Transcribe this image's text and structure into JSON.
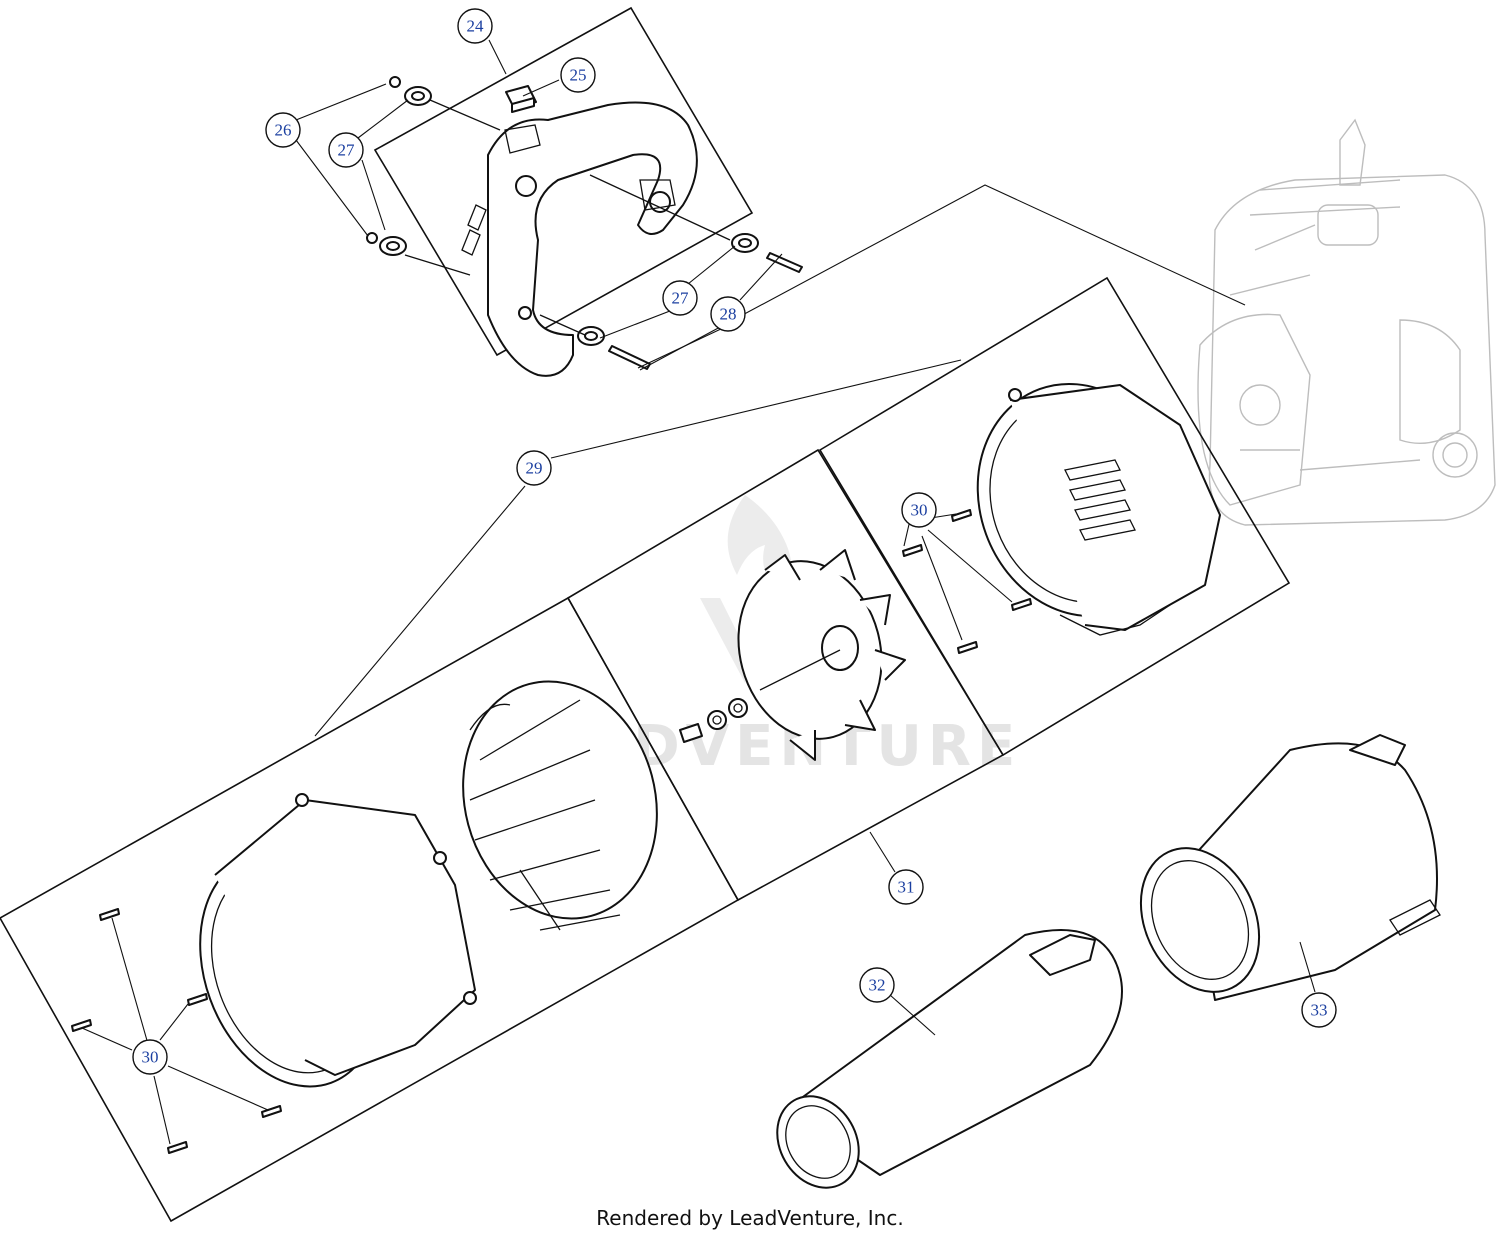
{
  "diagram": {
    "callouts": [
      {
        "id": "c24",
        "label": "24"
      },
      {
        "id": "c25",
        "label": "25"
      },
      {
        "id": "c26",
        "label": "26"
      },
      {
        "id": "c27a",
        "label": "27"
      },
      {
        "id": "c27b",
        "label": "27"
      },
      {
        "id": "c28",
        "label": "28"
      },
      {
        "id": "c29",
        "label": "29"
      },
      {
        "id": "c30a",
        "label": "30"
      },
      {
        "id": "c30b",
        "label": "30"
      },
      {
        "id": "c31",
        "label": "31"
      },
      {
        "id": "c32",
        "label": "32"
      },
      {
        "id": "c33",
        "label": "33"
      }
    ],
    "watermark": "LEADVENTURE",
    "footer": "Rendered by LeadVenture, Inc."
  }
}
